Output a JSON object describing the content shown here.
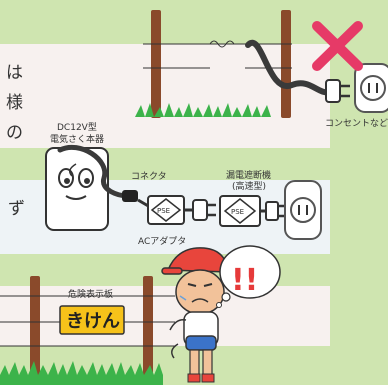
{
  "partial_text": {
    "line1": "は",
    "line2": "様",
    "line3": "の",
    "line4": "ず"
  },
  "labels": {
    "outlet": "コンセントなど",
    "energizer_line1": "DC12V型",
    "energizer_line2": "電気さく本器",
    "connector": "コネクタ",
    "breaker_line1": "漏電遮断機",
    "breaker_line2": "(高速型)",
    "ac_adapter": "ACアダプタ",
    "pse": "PSE",
    "danger_sign_caption": "危険表示板",
    "danger_sign_text": "きけん",
    "exclaim": "!!"
  },
  "colors": {
    "background": "#cfe5b0",
    "band": "#f7f1ef",
    "band_alt": "#eef3f6",
    "post": "#8a4a2b",
    "cross": "#e63a67",
    "sign": "#f6c21a",
    "wire": "#3a3a3a"
  }
}
